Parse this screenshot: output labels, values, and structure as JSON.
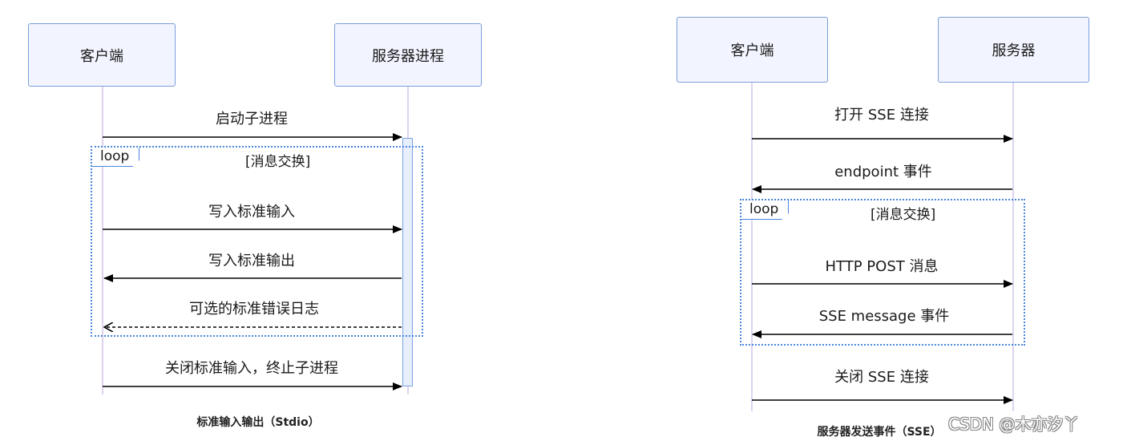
{
  "stdio": {
    "client_label": "客户端",
    "server_label": "服务器进程",
    "messages": {
      "start": "启动子进程",
      "write_in": "写入标准输入",
      "write_out": "写入标准输出",
      "stderr": "可选的标准错误日志",
      "close": "关闭标准输入，终止子进程"
    },
    "loop_tag": "loop",
    "loop_name": "[消息交换]",
    "caption": "标准输入输出（Stdio）"
  },
  "sse": {
    "client_label": "客户端",
    "server_label": "服务器",
    "messages": {
      "open": "打开 SSE 连接",
      "endpoint": "endpoint 事件",
      "post": "HTTP POST 消息",
      "message": "SSE message 事件",
      "close": "关闭 SSE 连接"
    },
    "loop_tag": "loop",
    "loop_name": "[消息交换]",
    "caption": "服务器发送事件（SSE）"
  },
  "watermark": "CSDN @木亦汐丫",
  "colors": {
    "actor_fill": "#f2f4ff",
    "actor_border": "#7c9fd8",
    "lifeline": "#ddd3ef",
    "loop_border": "#4a86dd",
    "arrow": "#000000"
  }
}
